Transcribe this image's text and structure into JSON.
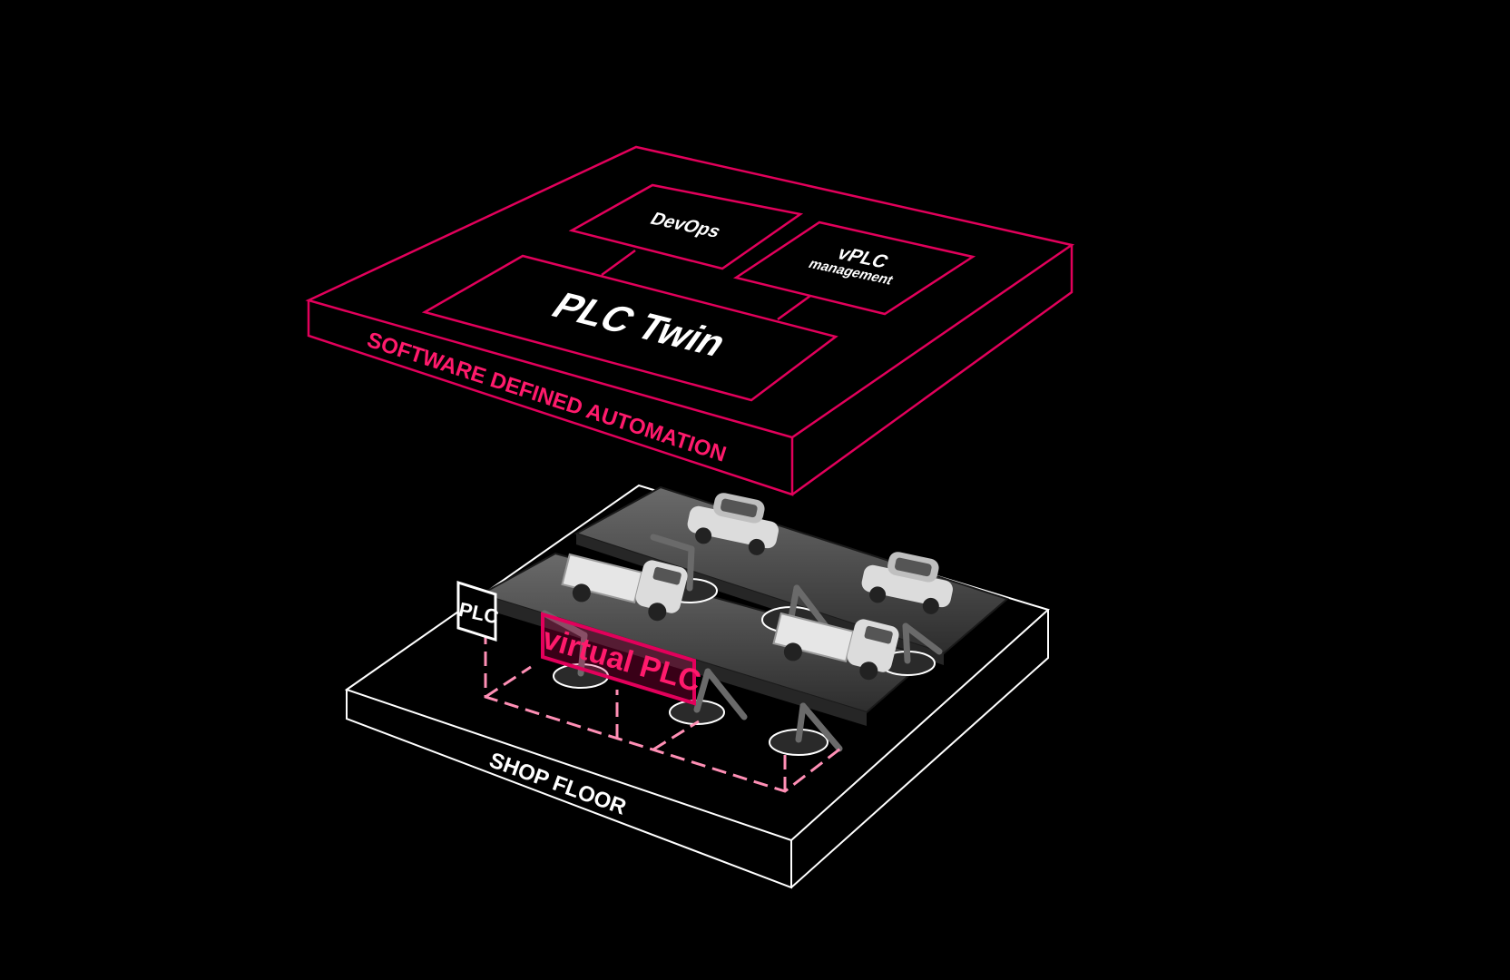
{
  "colors": {
    "background": "#000000",
    "accent": "#e2005b",
    "accent_bright": "#ff1a6c",
    "line_white": "#ffffff",
    "belt": "#4a4a4a",
    "vehicle": "#dcdcdc",
    "robot": "#5a5a5a"
  },
  "software_layer": {
    "title": "SOFTWARE DEFINED AUTOMATION",
    "modules": {
      "devops": "DevOps",
      "vplc": "vPLC",
      "vplc_sub": "management",
      "plc_twin": "PLC Twin"
    }
  },
  "shop_floor": {
    "title": "SHOP FLOOR",
    "plc_label": "PLC",
    "virtual_plc_label": "virtual PLC"
  },
  "icons": [
    "conveyor-belt",
    "robot-arm",
    "car",
    "pickup-truck"
  ]
}
